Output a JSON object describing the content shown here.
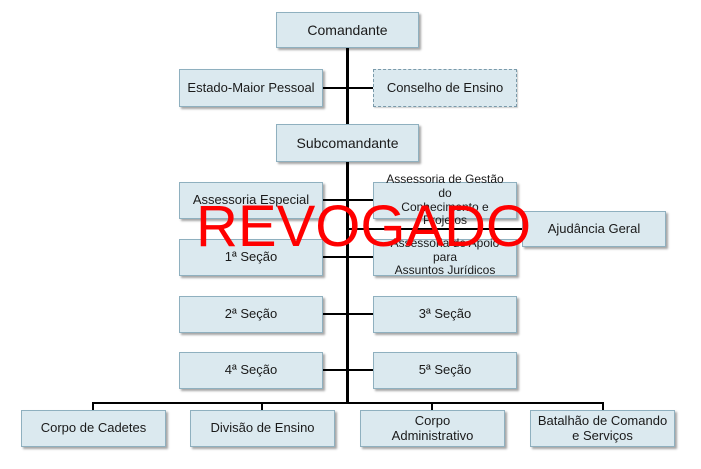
{
  "nodes": {
    "comandante": "Comandante",
    "estado_maior_pessoal": "Estado-Maior Pessoal",
    "conselho_de_ensino": "Conselho de Ensino",
    "subcomandante": "Subcomandante",
    "assessoria_especial": "Assessoria Especial",
    "assessoria_gestao": "Assessoria de Gestão do\nConhecimento e Projetos",
    "ajudancia_geral": "Ajudância Geral",
    "assessoria_apoio": "Assessoria de Apoio para\nAssuntos Jurídicos",
    "secao_1": "1ª Seção",
    "secao_2": "2ª Seção",
    "secao_3": "3ª Seção",
    "secao_4": "4ª Seção",
    "secao_5": "5ª Seção",
    "corpo_de_cadetes": "Corpo de Cadetes",
    "divisao_de_ensino": "Divisão de Ensino",
    "corpo_administrativo": "Corpo\nAdministrativo",
    "batalhao": "Batalhão de Comando\ne Serviços"
  },
  "overlay": {
    "stamp_text": "REVOGADO",
    "stamp_color": "#ff0000"
  },
  "colors": {
    "box_fill": "#dbe9ef",
    "box_border": "#8fb0bf",
    "connector": "#000000"
  }
}
